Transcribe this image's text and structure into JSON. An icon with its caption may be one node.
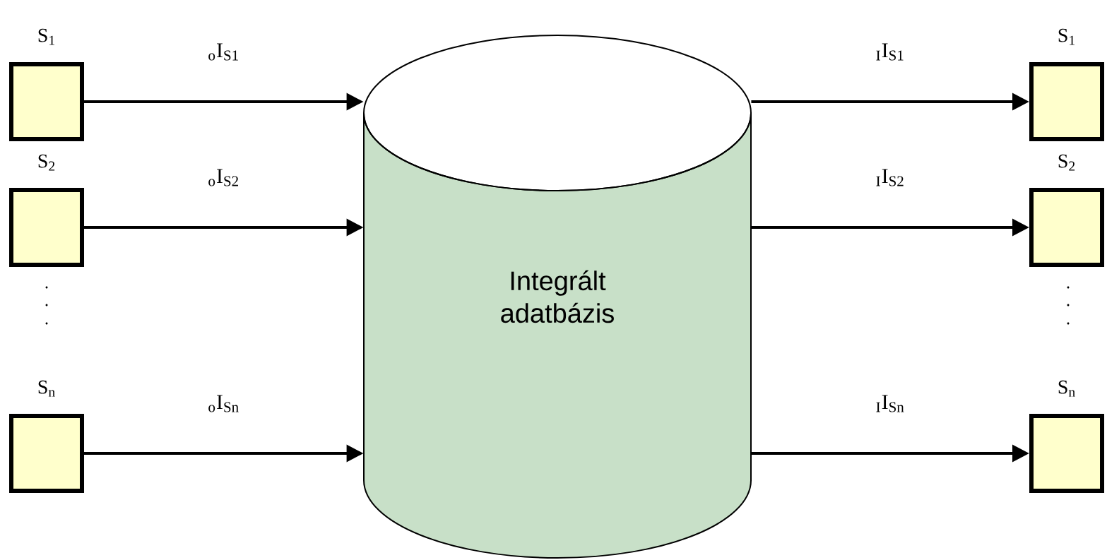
{
  "diagram": {
    "nodes": [
      {
        "text": [
          "S$_{1}$"
        ]
      },
      {
        "text": [
          "S$_{2}$"
        ]
      },
      {
        "text": [
          "S$_{n}$"
        ]
      },
      {
        "text": [
          "Integrált adatbázis"
        ]
      },
      {
        "text": [
          "S$_{1}$"
        ]
      },
      {
        "text": [
          "S$_{2}$"
        ]
      },
      {
        "text": [
          "S$_{n}$"
        ]
      }
    ],
    "edges": [
      {
        "from": 0,
        "to": 3,
        "arrow": "to",
        "label": "$_{o}$I$_{S1}$"
      },
      {
        "from": 1,
        "to": 3,
        "arrow": "to",
        "label": "$_{o}$I$_{S2}$"
      },
      {
        "from": 2,
        "to": 3,
        "arrow": "to",
        "label": "$_{o}$I$_{Sn}$"
      },
      {
        "from": 3,
        "to": 4,
        "arrow": "to",
        "label": "$_{I}$I$_{S1}$"
      },
      {
        "from": 3,
        "to": 5,
        "arrow": "to",
        "label": "$_{I}$I$_{S2}$"
      },
      {
        "from": 3,
        "to": 6,
        "arrow": "to",
        "label": "$_{I}$I$_{Sn}$"
      }
    ]
  }
}
